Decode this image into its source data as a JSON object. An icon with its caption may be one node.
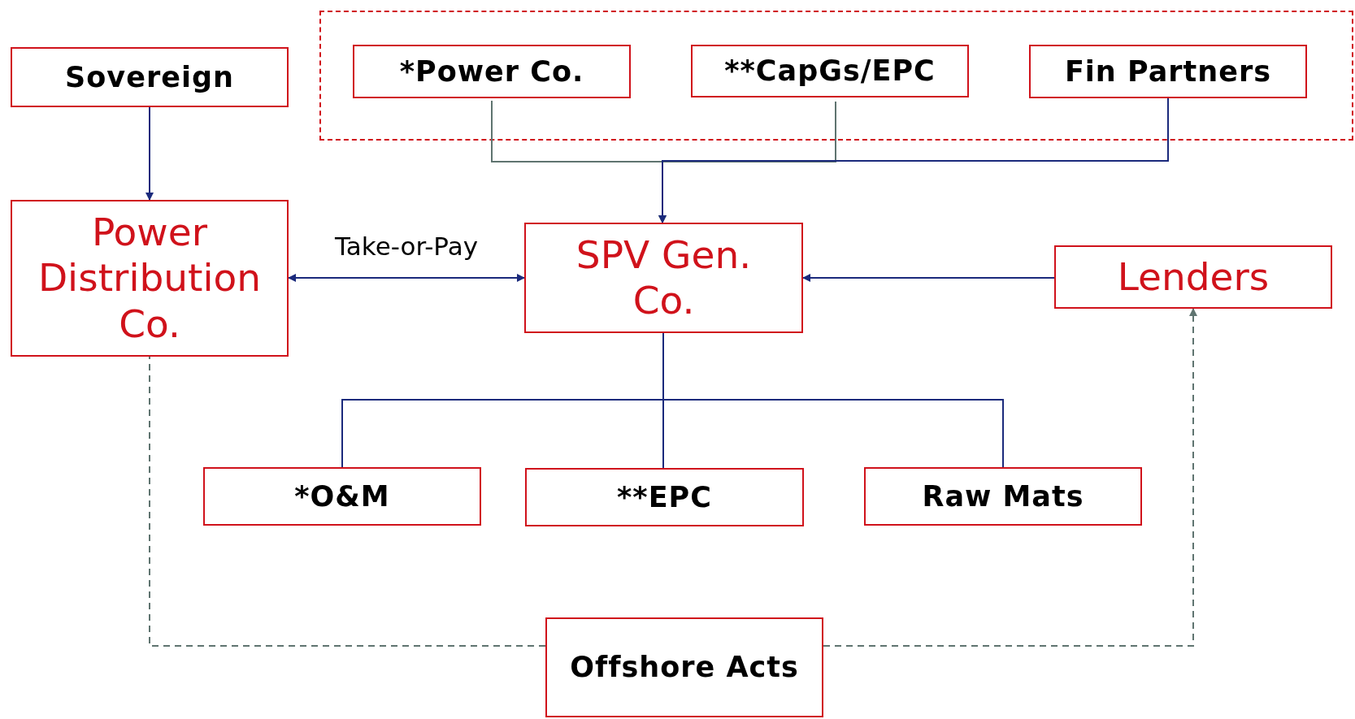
{
  "diagram": {
    "nodes": [
      {
        "text": [],
        "shape": "box"
      },
      {
        "text": [
          "*Power Co."
        ],
        "in": 0
      },
      {
        "text": [
          "**CapGs/EPC"
        ],
        "in": 0
      },
      {
        "text": [
          "Fin Partners"
        ],
        "in": 0
      },
      {
        "text": [
          "Sovereign"
        ]
      },
      {
        "text": [
          "Power Distribution Co."
        ]
      },
      {
        "text": [
          "SPV Gen. Co."
        ]
      },
      {
        "text": [
          "Lenders"
        ]
      },
      {
        "text": [
          "*O&M"
        ]
      },
      {
        "text": [
          "**EPC"
        ]
      },
      {
        "text": [
          "Raw Mats"
        ]
      },
      {
        "text": [
          "Offshore Acts"
        ]
      }
    ],
    "edges": [
      {
        "from": 4,
        "to": 5,
        "arrow": "to"
      },
      {
        "from": 1,
        "to": 6,
        "arrow": "to",
        "color": "#5f7470"
      },
      {
        "from": 2,
        "to": 6,
        "arrow": "to",
        "color": "#5f7470"
      },
      {
        "from": 3,
        "to": 6,
        "arrow": "to"
      },
      {
        "from": 5,
        "to": 6,
        "arrow": "both",
        "label": "Take-or-Pay"
      },
      {
        "from": 7,
        "to": 6,
        "arrow": "to"
      },
      {
        "from": 6,
        "to": 8,
        "arrow": "none"
      },
      {
        "from": 6,
        "to": 9,
        "arrow": "none"
      },
      {
        "from": 6,
        "to": 10,
        "arrow": "none"
      },
      {
        "from": 11,
        "to": 5,
        "arrow": "none",
        "style": "dashed",
        "color": "#5f7470"
      },
      {
        "from": 11,
        "to": 7,
        "arrow": "to",
        "style": "dashed",
        "color": "#5f7470"
      }
    ]
  }
}
